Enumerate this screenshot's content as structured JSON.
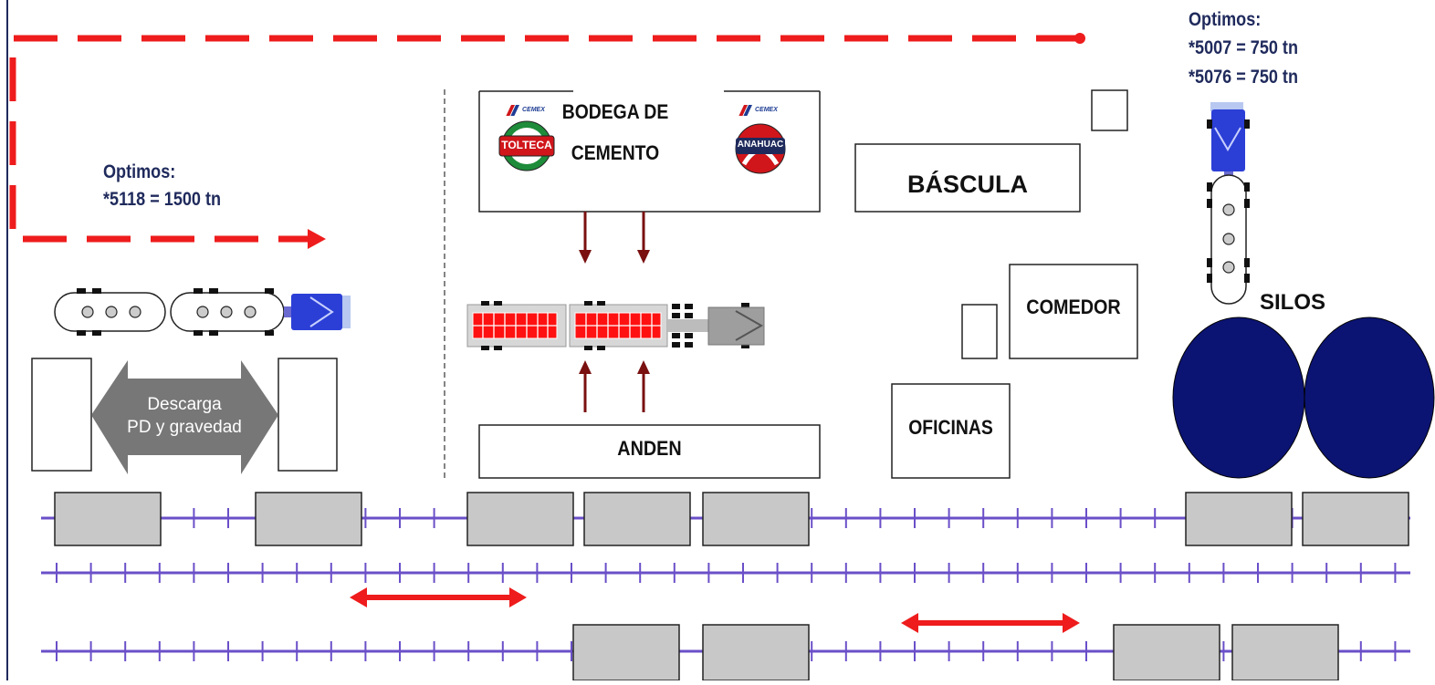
{
  "diagram": {
    "left_note": {
      "title": "Optimos:",
      "line1": "*5118 = 1500 tn"
    },
    "right_note": {
      "title": "Optimos:",
      "line1": "*5007 = 750 tn",
      "line2": "*5076 = 750 tn"
    },
    "bodega": {
      "line1": "BODEGA DE",
      "line2": "CEMENTO",
      "logo_left": "TOLTECA",
      "logo_right": "ANAHUAC",
      "brand": "CEMEX"
    },
    "bascula": "BÁSCULA",
    "comedor": "COMEDOR",
    "oficinas": "OFICINAS",
    "silos": "SILOS",
    "anden": "ANDEN",
    "descarga": {
      "line1": "Descarga",
      "line2": "PD y gravedad"
    }
  },
  "colors": {
    "route_red": "#ee1c1c",
    "track_purple": "#6a4fc8",
    "silo_navy": "#0b1473",
    "wagon_gray": "#c8c8c8",
    "flow_arrow_dark_red": "#7a1010",
    "note_navy": "#1f2a5c",
    "truck_blue": "#2b3fd6"
  }
}
